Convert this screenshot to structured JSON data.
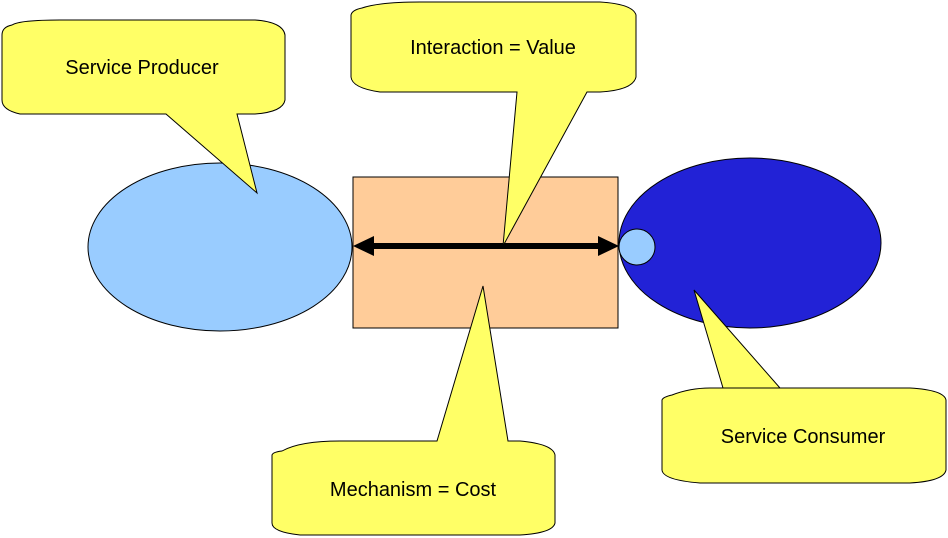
{
  "diagram": {
    "nodes": {
      "producer": {
        "label": "Service Producer",
        "fill": "#99ccff"
      },
      "consumer": {
        "label": "Service Consumer",
        "fill": "#2222d6"
      },
      "consumer_port": {
        "fill": "#99ccff"
      },
      "mechanism_box": {
        "fill": "#ffcc99"
      }
    },
    "callouts": {
      "producer": "Service Producer",
      "interaction": "Interaction = Value",
      "mechanism": "Mechanism = Cost",
      "consumer": "Service Consumer"
    },
    "callout_color": "#ffff66",
    "connector": {
      "type": "double-arrow",
      "from": "producer",
      "to": "consumer"
    }
  }
}
